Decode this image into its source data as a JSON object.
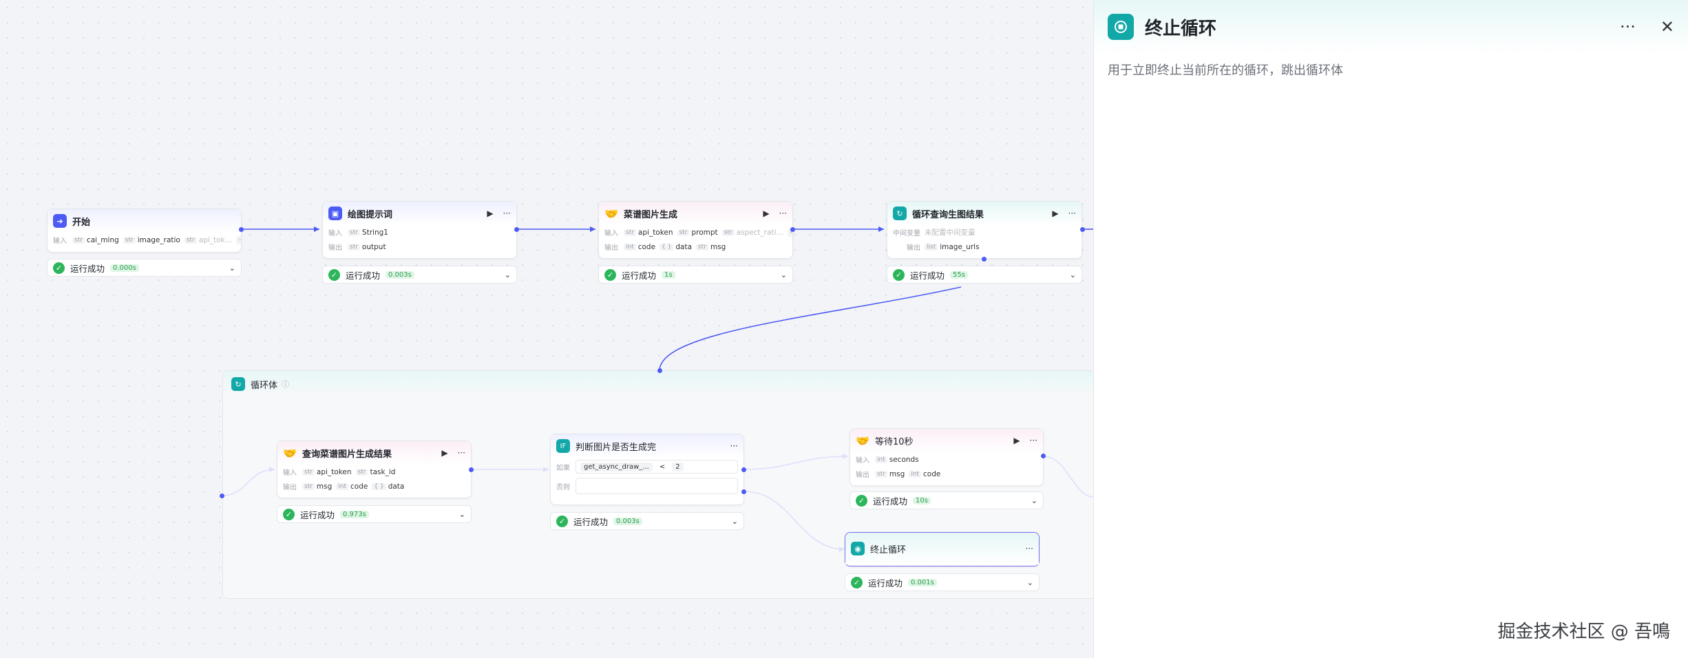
{
  "nodes": {
    "start": {
      "title": "开始",
      "input_label": "输入",
      "chips": [
        {
          "type": "str",
          "name": "cai_ming"
        },
        {
          "type": "str",
          "name": "image_ratio"
        },
        {
          "type": "str",
          "name": "api_tok..."
        }
      ],
      "more": "···",
      "status": "运行成功",
      "duration": "0.000s"
    },
    "prompt": {
      "title": "绘图提示词",
      "input_label": "输入",
      "output_label": "输出",
      "input": {
        "type": "str",
        "name": "String1"
      },
      "output": {
        "type": "str",
        "name": "output"
      },
      "status": "运行成功",
      "duration": "0.003s"
    },
    "recipe": {
      "title": "菜谱图片生成",
      "input_label": "输入",
      "output_label": "输出",
      "inputs": [
        {
          "type": "str",
          "name": "api_token"
        },
        {
          "type": "str",
          "name": "prompt"
        },
        {
          "type": "str",
          "name": "aspect_rati..."
        }
      ],
      "outputs": [
        {
          "type": "int",
          "name": "code"
        },
        {
          "type": "{ }",
          "name": "data"
        },
        {
          "type": "str",
          "name": "msg"
        }
      ],
      "more": "···",
      "status": "运行成功",
      "duration": "1s"
    },
    "loop": {
      "title": "循环查询生图结果",
      "mid_label": "中间变量",
      "mid_value": "未配置中间变量",
      "output_label": "输出",
      "output": {
        "type": "list",
        "name": "image_urls"
      },
      "status": "运行成功",
      "duration": "55s"
    },
    "loop_body": {
      "title": "循环体"
    },
    "query": {
      "title": "查询菜谱图片生成结果",
      "input_label": "输入",
      "output_label": "输出",
      "inputs": [
        {
          "type": "str",
          "name": "api_token"
        },
        {
          "type": "str",
          "name": "task_id"
        }
      ],
      "outputs": [
        {
          "type": "str",
          "name": "msg"
        },
        {
          "type": "int",
          "name": "code"
        },
        {
          "type": "{ }",
          "name": "data"
        }
      ],
      "status": "运行成功",
      "duration": "0.973s"
    },
    "judge": {
      "title": "判断图片是否生成完",
      "if_label": "如果",
      "else_label": "否则",
      "var": "get_async_draw_...",
      "op": "<",
      "val": "2",
      "status": "运行成功",
      "duration": "0.003s"
    },
    "wait": {
      "title": "等待10秒",
      "input_label": "输入",
      "output_label": "输出",
      "input": {
        "type": "int",
        "name": "seconds"
      },
      "outputs": [
        {
          "type": "str",
          "name": "msg"
        },
        {
          "type": "int",
          "name": "code"
        }
      ],
      "status": "运行成功",
      "duration": "10s"
    },
    "stop": {
      "title": "终止循环",
      "status": "运行成功",
      "duration": "0.001s"
    }
  },
  "panel": {
    "title": "终止循环",
    "description": "用于立即终止当前所在的循环，跳出循环体",
    "more_icon": "···",
    "close_icon": "✕"
  },
  "watermark": "掘金技术社区 @ 吾鳴",
  "colors": {
    "accent": "#4d5bf5",
    "teal": "#13a8a8",
    "success": "#2cb55b"
  }
}
